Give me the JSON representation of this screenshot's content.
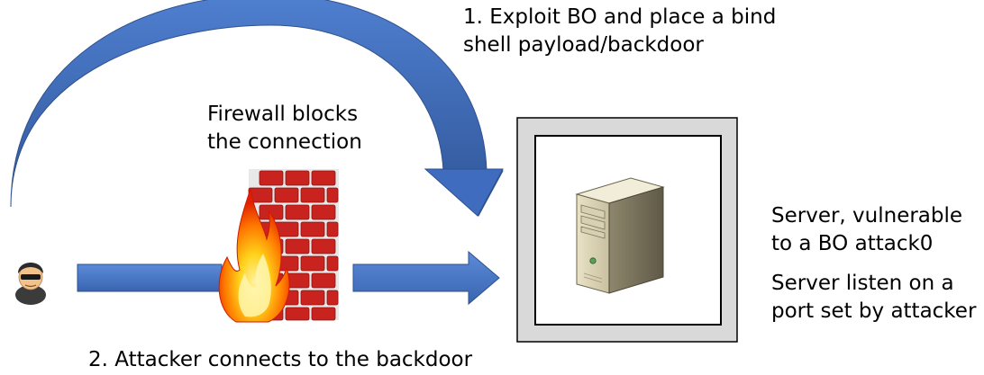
{
  "labels": {
    "step1_line1": "1. Exploit BO and place a bind",
    "step1_line2": "shell payload/backdoor",
    "firewall_line1": "Firewall blocks",
    "firewall_line2": "the connection",
    "server_vuln_line1": "Server, vulnerable",
    "server_vuln_line2": "to a BO attack0",
    "server_listen_line1": "Server listen on a",
    "server_listen_line2": "port set by attacker",
    "step2": "2. Attacker connects to the backdoor"
  },
  "colors": {
    "arrow_fill": "#4472c4",
    "arrow_stroke": "#2f528f",
    "server_frame": "#d9d9d9",
    "server_border": "#000000",
    "brick": "#c8231e",
    "mortar": "#e8e8e8",
    "flame_outer": "#f33a00",
    "flame_inner": "#ffd21a"
  },
  "icons": {
    "attacker": "hacker-icon",
    "firewall": "firewall-icon",
    "server": "server-tower-icon"
  }
}
